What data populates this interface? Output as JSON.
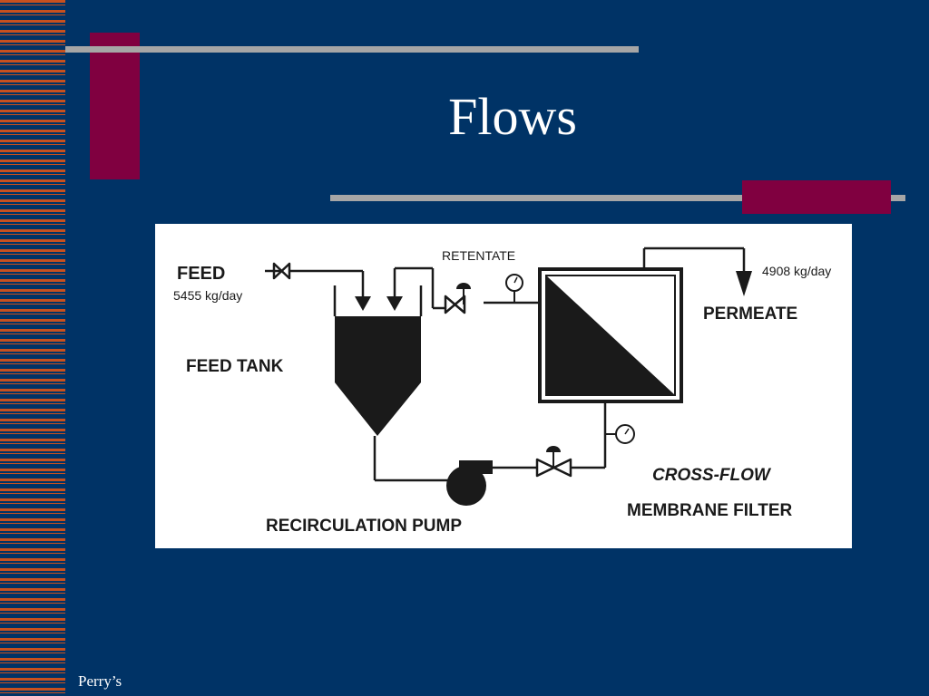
{
  "slide": {
    "title": "Flows",
    "footer": "Perry’s"
  },
  "diagram": {
    "feed_label": "FEED",
    "feed_rate": "5455 kg/day",
    "retentate_label": "RETENTATE",
    "permeate_rate": "4908 kg/day",
    "permeate_label": "PERMEATE",
    "feed_tank_label": "FEED TANK",
    "pump_label": "RECIRCULATION PUMP",
    "filter_label_line1": "CROSS-FLOW",
    "filter_label_line2": "MEMBRANE FILTER"
  },
  "colors": {
    "background": "#003366",
    "stripes": "#c8501e",
    "accent_block": "#800040",
    "accent_bar": "#a6a6a6"
  }
}
